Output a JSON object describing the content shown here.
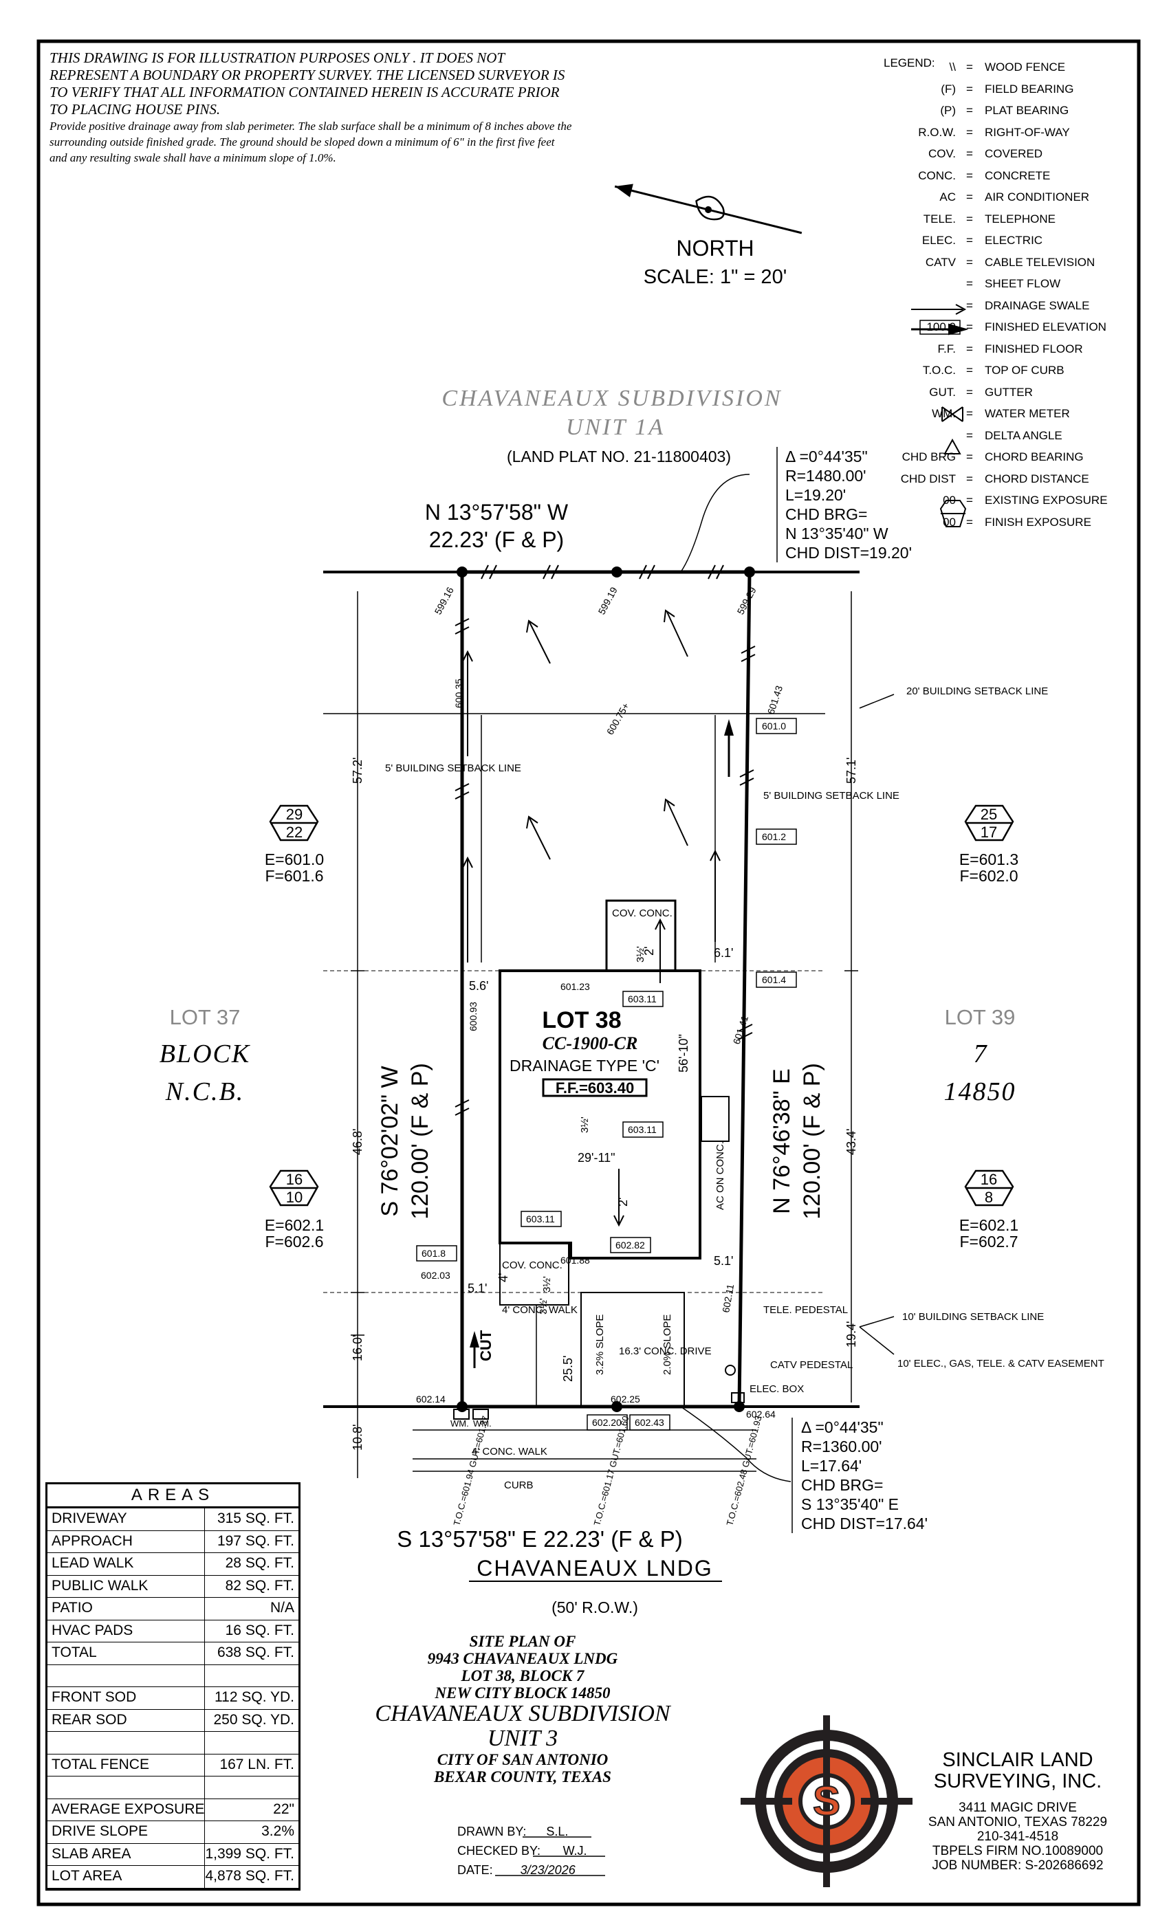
{
  "notes": {
    "disclaimer": "THIS DRAWING IS FOR ILLUSTRATION PURPOSES ONLY . IT DOES NOT REPRESENT A BOUNDARY OR PROPERTY SURVEY. THE LICENSED SURVEYOR IS TO VERIFY THAT ALL INFORMATION CONTAINED HEREIN IS ACCURATE PRIOR TO PLACING HOUSE PINS.",
    "drainage": "Provide positive drainage away from slab perimeter. The slab surface shall be a minimum of 8 inches above the surrounding outside finished grade. The ground should be sloped down a minimum of 6\" in the first five feet and any resulting swale shall have a minimum slope of 1.0%."
  },
  "north": {
    "label": "NORTH",
    "scale": "SCALE: 1\" = 20'"
  },
  "legend": {
    "title": "LEGEND:",
    "items": [
      {
        "sym": "\\\\",
        "text": "WOOD FENCE"
      },
      {
        "sym": "(F)",
        "text": "FIELD BEARING"
      },
      {
        "sym": "(P)",
        "text": "PLAT BEARING"
      },
      {
        "sym": "R.O.W.",
        "text": "RIGHT-OF-WAY"
      },
      {
        "sym": "COV.",
        "text": "COVERED"
      },
      {
        "sym": "CONC.",
        "text": "CONCRETE"
      },
      {
        "sym": "AC",
        "text": "AIR CONDITIONER"
      },
      {
        "sym": "TELE.",
        "text": "TELEPHONE"
      },
      {
        "sym": "ELEC.",
        "text": "ELECTRIC"
      },
      {
        "sym": "CATV",
        "text": "CABLE TELEVISION"
      },
      {
        "sym": "",
        "text": "SHEET FLOW"
      },
      {
        "sym": "",
        "text": "DRAINAGE SWALE"
      },
      {
        "sym": "100.0",
        "text": "FINISHED ELEVATION"
      },
      {
        "sym": "F.F.",
        "text": "FINISHED FLOOR"
      },
      {
        "sym": "T.O.C.",
        "text": "TOP OF CURB"
      },
      {
        "sym": "GUT.",
        "text": "GUTTER"
      },
      {
        "sym": "WM.",
        "text": "WATER METER"
      },
      {
        "sym": "",
        "text": "DELTA ANGLE"
      },
      {
        "sym": "CHD BRG",
        "text": "CHORD BEARING"
      },
      {
        "sym": "CHD DIST",
        "text": "CHORD DISTANCE"
      },
      {
        "sym": "00",
        "text": "EXISTING EXPOSURE"
      },
      {
        "sym": "00",
        "text": "FINISH EXPOSURE"
      }
    ]
  },
  "subdivision": {
    "name": "CHAVANEAUX SUBDIVISION",
    "unit": "UNIT 1A",
    "plat": "(LAND PLAT NO. 21-11800403)"
  },
  "curve_top": [
    "Δ =0°44'35\"",
    "R=1480.00'",
    "L=19.20'",
    "CHD BRG=",
    "N 13°35'40\" W",
    "CHD DIST=19.20'"
  ],
  "curve_bottom": [
    "Δ =0°44'35\"",
    "R=1360.00'",
    "L=17.64'",
    "CHD BRG=",
    "S 13°35'40\" E",
    "CHD DIST=17.64'"
  ],
  "bearings": {
    "top": "N 13°57'58\" W",
    "top_dist": "22.23' (F & P)",
    "left": "S 76°02'02\" W",
    "left_dist": "120.00' (F & P)",
    "right": "N 76°46'38\" E",
    "right_dist": "120.00' (F & P)",
    "bottom": "S 13°57'58\" E 22.23' (F & P)"
  },
  "street": {
    "name": "CHAVANEAUX LNDG",
    "row": "(50' R.O.W.)"
  },
  "lots": {
    "lot37": "LOT 37",
    "block": "BLOCK",
    "ncb": "N.C.B.",
    "lot39": "LOT 39",
    "block_no": "7",
    "ncb_no": "14850",
    "lot38": "LOT 38",
    "plan": "CC-1900-CR",
    "drainage": "DRAINAGE TYPE 'C'",
    "ff": "F.F.=603.40"
  },
  "exposures": {
    "left_top": {
      "a": "29",
      "b": "22",
      "e": "E=601.0",
      "f": "F=601.6"
    },
    "right_top": {
      "a": "25",
      "b": "17",
      "e": "E=601.3",
      "f": "F=602.0"
    },
    "left_bottom": {
      "a": "16",
      "b": "10",
      "e": "E=602.1",
      "f": "F=602.6"
    },
    "right_bottom": {
      "a": "16",
      "b": "8",
      "e": "E=602.1",
      "f": "F=602.7"
    }
  },
  "elevations": {
    "e59916": "599.16",
    "e59919": "599.19",
    "e59929": "599.29",
    "e60035": "600.35",
    "e60075": "600.75+",
    "e60143": "601.43",
    "e6010": "601.0",
    "e6012": "601.2",
    "e6014": "601.4",
    "e60123": "601.23",
    "e60311a": "603.11",
    "e60093": "600.93",
    "e60141": "601.41",
    "e60311b": "603.11",
    "e60311c": "603.11",
    "e6018": "601.8",
    "e60203": "602.03",
    "e60188": "601.88",
    "e60282": "602.82",
    "e60211": "602.11",
    "e60214": "602.14",
    "e60225": "602.25",
    "e60264": "602.64",
    "e60220": "602.20",
    "e60243": "602.43"
  },
  "dims": {
    "d572": "57.2'",
    "d571": "57.1'",
    "d468": "46.8'",
    "d434": "43.4'",
    "d160": "16.0'",
    "d108": "10.8'",
    "d194": "19.4'",
    "d255": "25.5'",
    "d56": "5.6'",
    "d61": "6.1'",
    "d51a": "5.1'",
    "d51b": "5.1'",
    "d2911": "29'-11\"",
    "d5610": "56'-10\"",
    "d4": "4'",
    "d2": "2'",
    "d2b": "2'",
    "d3a": "3½'",
    "d3b": "3½'",
    "d3c": "3½'",
    "d3d": "3½'"
  },
  "labels": {
    "setback20": "20' BUILDING SETBACK LINE",
    "setback5l": "5' BUILDING SETBACK LINE",
    "setback5r": "5' BUILDING SETBACK LINE",
    "setback10": "10' BUILDING SETBACK LINE",
    "easement": "10' ELEC., GAS, TELE. & CATV EASEMENT",
    "covconc": "COV. CONC.",
    "covconc2": "COV. CONC.",
    "acconc": "AC ON CONC.",
    "walk4": "4' CONC. WALK",
    "drive": "16.3' CONC. DRIVE",
    "slope1": "3.2% SLOPE",
    "slope2": "2.0% SLOPE",
    "tele": "TELE. PEDESTAL",
    "catv": "CATV PEDESTAL",
    "elec": "ELEC. BOX",
    "walk4b": "4' CONC. WALK",
    "curb": "CURB",
    "wm1": "WM.",
    "wm2": "WM.",
    "cut": "CUT",
    "toc1": "T.O.C.=601.94 GUT.=601.37",
    "toc2": "T.O.C.=601.17 GUT.=601.60",
    "toc3": "T.O.C.=602.48 GUT.=601.93"
  },
  "areas": {
    "title": "AREAS",
    "rows": [
      {
        "label": "DRIVEWAY",
        "value": "315 SQ. FT."
      },
      {
        "label": "APPROACH",
        "value": "197 SQ. FT."
      },
      {
        "label": "LEAD WALK",
        "value": "28 SQ. FT."
      },
      {
        "label": "PUBLIC WALK",
        "value": "82 SQ. FT."
      },
      {
        "label": "PATIO",
        "value": "N/A"
      },
      {
        "label": "HVAC PADS",
        "value": "16 SQ. FT."
      },
      {
        "label": "TOTAL",
        "value": "638 SQ. FT."
      },
      {
        "label": "",
        "value": ""
      },
      {
        "label": "FRONT SOD",
        "value": "112 SQ. YD."
      },
      {
        "label": "REAR SOD",
        "value": "250 SQ. YD."
      },
      {
        "label": "",
        "value": ""
      },
      {
        "label": "TOTAL FENCE",
        "value": "167 LN. FT."
      },
      {
        "label": "",
        "value": ""
      },
      {
        "label": "AVERAGE EXPOSURE",
        "value": "22\""
      },
      {
        "label": "DRIVE SLOPE",
        "value": "3.2%"
      },
      {
        "label": "SLAB AREA",
        "value": "1,399 SQ. FT."
      },
      {
        "label": "LOT AREA",
        "value": "4,878 SQ. FT."
      }
    ]
  },
  "title_block": {
    "l1": "SITE PLAN OF",
    "l2": "9943 CHAVANEAUX LNDG",
    "l3": "LOT 38, BLOCK 7",
    "l4": "NEW CITY BLOCK 14850",
    "l5": "CHAVANEAUX SUBDIVISION",
    "l6": "UNIT 3",
    "l7": "CITY OF SAN ANTONIO",
    "l8": "BEXAR COUNTY, TEXAS",
    "drawn_label": "DRAWN BY:",
    "drawn": "S.L.",
    "checked_label": "CHECKED BY:",
    "checked": "W.J.",
    "date_label": "DATE:",
    "date": "3/23/2026"
  },
  "company": {
    "name1": "SINCLAIR LAND",
    "name2": "SURVEYING, INC.",
    "addr1": "3411 MAGIC DRIVE",
    "addr2": "SAN ANTONIO, TEXAS 78229",
    "phone": "210-341-4518",
    "firm": "TBPELS FIRM NO.10089000",
    "job": "JOB NUMBER: S-202686692",
    "logo_letter": "S"
  },
  "colors": {
    "ink": "#000000",
    "grey": "#888888",
    "logo_orange": "#d9522b",
    "logo_dark": "#231f20"
  }
}
